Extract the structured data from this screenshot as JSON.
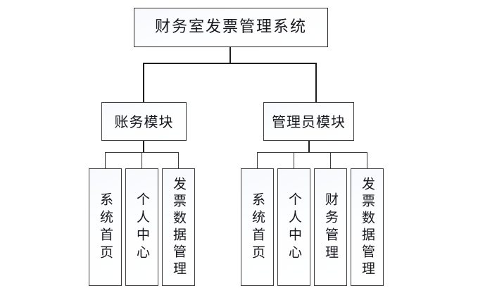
{
  "diagram": {
    "type": "tree-hierarchy",
    "title": "财务室发票管理系统",
    "root": {
      "label": "财务室发票管理系统",
      "orientation": "horizontal"
    },
    "modules": [
      {
        "label": "账务模块",
        "orientation": "horizontal"
      },
      {
        "label": "管理员模块",
        "orientation": "horizontal"
      }
    ],
    "leaves_left": [
      {
        "label": "系统首页",
        "orientation": "vertical",
        "chars": 4
      },
      {
        "label": "个人中心",
        "orientation": "vertical",
        "chars": 4
      },
      {
        "label": "发票数据管理",
        "orientation": "vertical",
        "chars": 6
      }
    ],
    "leaves_right": [
      {
        "label": "系统首页",
        "orientation": "vertical",
        "chars": 4
      },
      {
        "label": "个人中心",
        "orientation": "vertical",
        "chars": 4
      },
      {
        "label": "财务管理",
        "orientation": "vertical",
        "chars": 4
      },
      {
        "label": "发票数据管理",
        "orientation": "vertical",
        "chars": 6
      }
    ],
    "colors": {
      "background": "#ffffff",
      "box_fill": "#fbfcfe",
      "box_border": "#3f3f3f",
      "connector": "#1d1d1d",
      "text": "#17171c"
    }
  }
}
